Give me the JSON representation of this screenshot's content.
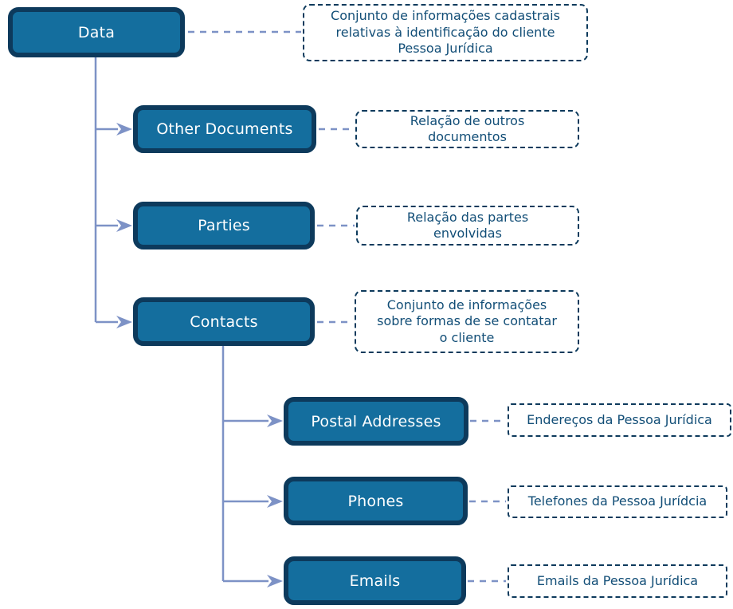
{
  "diagram": {
    "title": "Pessoa Jurídica data model tree",
    "colors": {
      "node_fill": "#146e9e",
      "node_border": "#0d3a5c",
      "node_text": "#ffffff",
      "annotation_border": "#0d3a5c",
      "annotation_text": "#124e77",
      "connector": "#7d92c6",
      "page_bg": "#ffffff"
    },
    "nodes": [
      {
        "id": "data",
        "label": "Data",
        "parent": null,
        "description": "Conjunto de informações cadastrais\nrelativas à identificação do cliente\nPessoa Jurídica"
      },
      {
        "id": "other-documents",
        "label": "Other Documents",
        "parent": "data",
        "description": "Relação de outros\ndocumentos"
      },
      {
        "id": "parties",
        "label": "Parties",
        "parent": "data",
        "description": "Relação das partes\nenvolvidas"
      },
      {
        "id": "contacts",
        "label": "Contacts",
        "parent": "data",
        "description": "Conjunto de informações\nsobre formas de se contatar\no cliente"
      },
      {
        "id": "postal-addresses",
        "label": "Postal Addresses",
        "parent": "contacts",
        "description": "Endereços da Pessoa Jurídica"
      },
      {
        "id": "phones",
        "label": "Phones",
        "parent": "contacts",
        "description": "Telefones da Pessoa Jurídcia"
      },
      {
        "id": "emails",
        "label": "Emails",
        "parent": "contacts",
        "description": "Emails da Pessoa Jurídica"
      }
    ]
  }
}
